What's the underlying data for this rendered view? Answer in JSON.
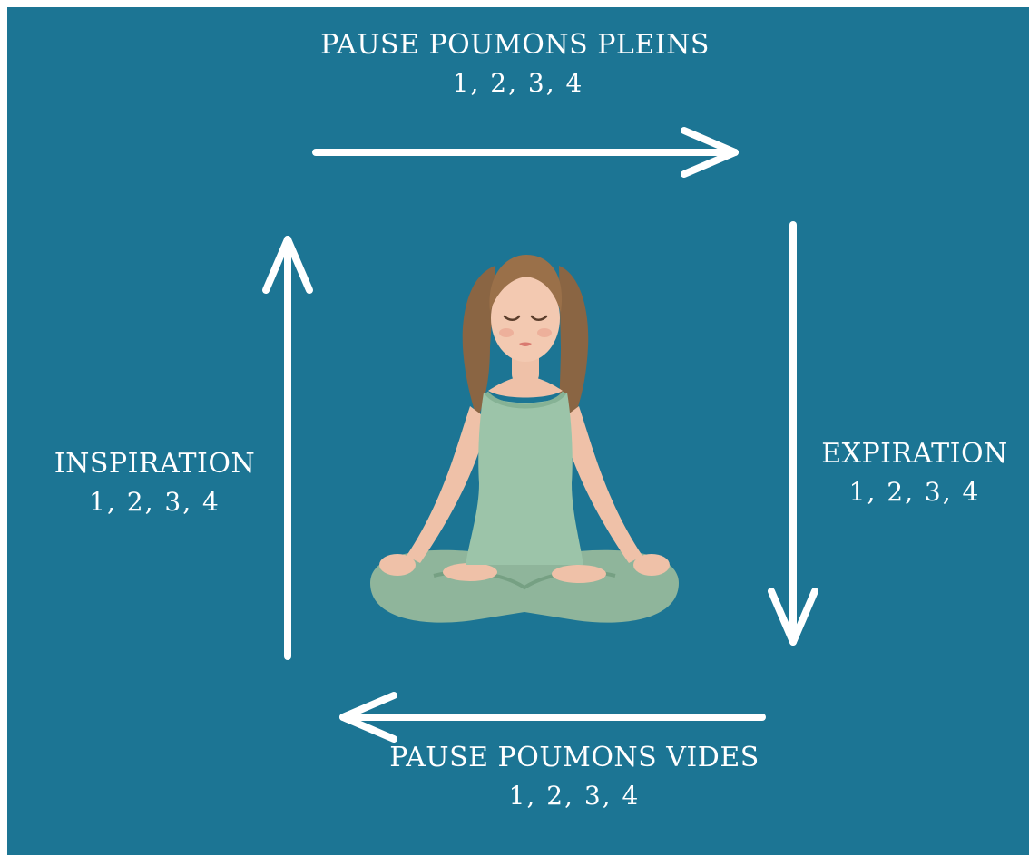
{
  "diagram": {
    "background_color": "#1c7594",
    "text_color": "#ffffff",
    "steps": {
      "top": {
        "title": "PAUSE POUMONS PLEINS",
        "count": "1, 2, 3, 4"
      },
      "right": {
        "title": "EXPIRATION",
        "count": "1, 2, 3, 4"
      },
      "bottom": {
        "title": "PAUSE POUMONS VIDES",
        "count": "1, 2, 3, 4"
      },
      "left": {
        "title": "INSPIRATION",
        "count": "1, 2, 3, 4"
      }
    },
    "illustration": "meditating-woman-icon"
  }
}
